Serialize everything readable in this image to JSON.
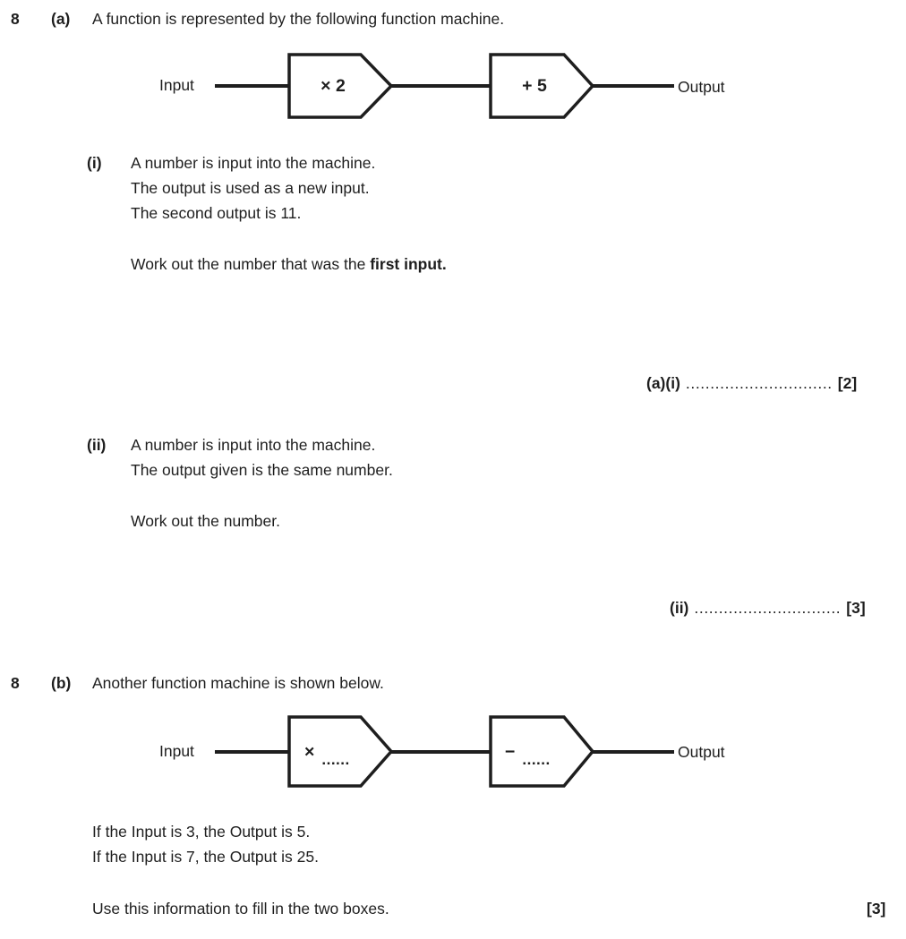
{
  "page": {
    "background": "#ffffff",
    "ink": "#1e1e1e"
  },
  "q8a": {
    "number": "8",
    "part": "(a)",
    "intro": "A function is represented by the following function machine.",
    "machine": {
      "input": "Input",
      "output": "Output",
      "box1": "× 2",
      "box2": "+ 5"
    },
    "i": {
      "label": "(i)",
      "lines": [
        "A number is input into the machine.",
        "The output is used as a new input.",
        "The second output is 11."
      ],
      "prompt_regular": "Work out the number that was the ",
      "prompt_bold": "first input.",
      "answer_label": "(a)(i)",
      "answer_dots": "..............................",
      "marks": "[2]"
    },
    "ii": {
      "label": "(ii)",
      "lines": [
        "A number is input into the machine.",
        "The output given is the same number."
      ],
      "prompt": "Work out the number.",
      "answer_label": "(ii)",
      "answer_dots": "..............................",
      "marks": "[3]"
    }
  },
  "q8b": {
    "number": "8",
    "part": "(b)",
    "intro": "Another function machine is shown below.",
    "machine": {
      "input": "Input",
      "output": "Output",
      "box1_op": "×",
      "box1_dots": "......",
      "box2_op": "−",
      "box2_dots": "......"
    },
    "facts": [
      "If the Input is 3, the Output is 5.",
      "If the Input is 7, the Output is 25."
    ],
    "instruction": "Use this information to fill in the two boxes.",
    "marks": "[3]"
  }
}
